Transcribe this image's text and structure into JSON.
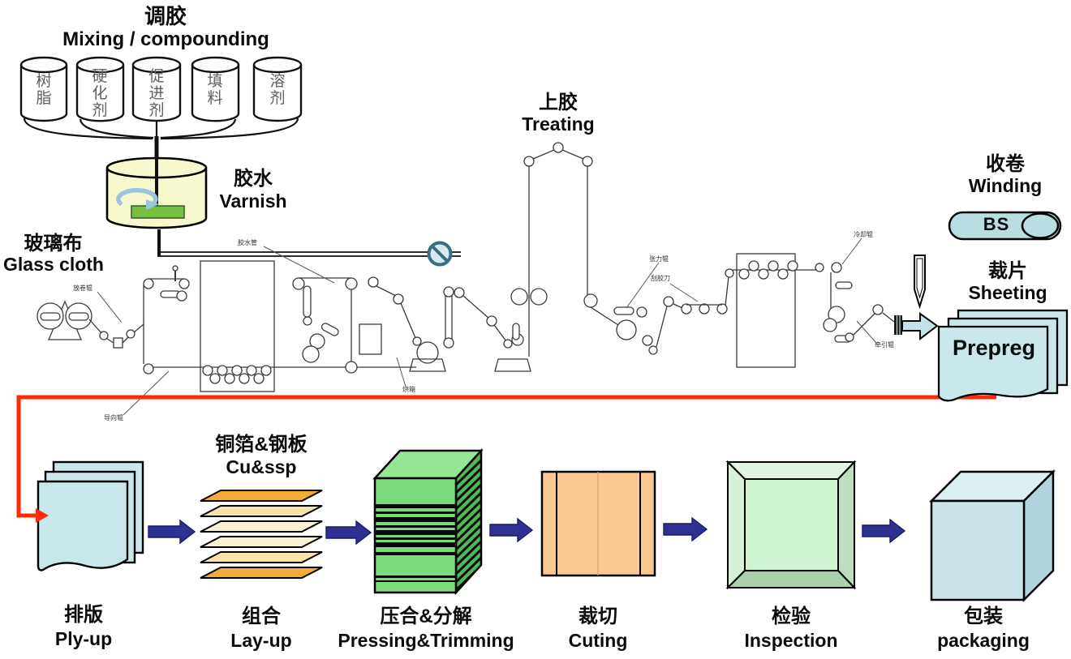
{
  "mixing": {
    "title_cn": "调胶",
    "title_en": "Mixing / compounding",
    "tanks": [
      "树脂",
      "硬化剂",
      "促进剂",
      "填料",
      "溶剂"
    ]
  },
  "varnish": {
    "cn": "胶水",
    "en": "Varnish"
  },
  "glass_cloth": {
    "cn": "玻璃布",
    "en": "Glass cloth"
  },
  "treating": {
    "cn": "上胶",
    "en": "Treating"
  },
  "winding": {
    "cn": "收卷",
    "en": "Winding",
    "roll_label": "BS"
  },
  "sheeting": {
    "cn": "裁片",
    "en": "Sheeting",
    "sheet_label": "Prepreg"
  },
  "layup_materials": {
    "cn": "铜箔&钢板",
    "en": "Cu&ssp"
  },
  "steps": [
    {
      "cn": "排版",
      "en": "Ply-up"
    },
    {
      "cn": "组合",
      "en": "Lay-up"
    },
    {
      "cn": "压合&分解",
      "en": "Pressing&Trimming"
    },
    {
      "cn": "裁切",
      "en": "Cuting"
    },
    {
      "cn": "检验",
      "en": "Inspection"
    },
    {
      "cn": "包装",
      "en": "packaging"
    }
  ],
  "machine_annotations": [
    "放卷辊",
    "胶水管",
    "张力辊",
    "刮胶刀",
    "冷却辊",
    "牵引辊",
    "导向辊",
    "烘箱"
  ],
  "colors": {
    "flow_red": "#ff2b06",
    "navy_arrow": "#2e3192",
    "light_blue": "#c9e6ea",
    "varnish_yellow": "#f8f8cf",
    "paddle_green": "#76c043",
    "press_green": "#79db79",
    "cut_orange": "#fac98f",
    "inspect_green": "#cff4cf"
  }
}
